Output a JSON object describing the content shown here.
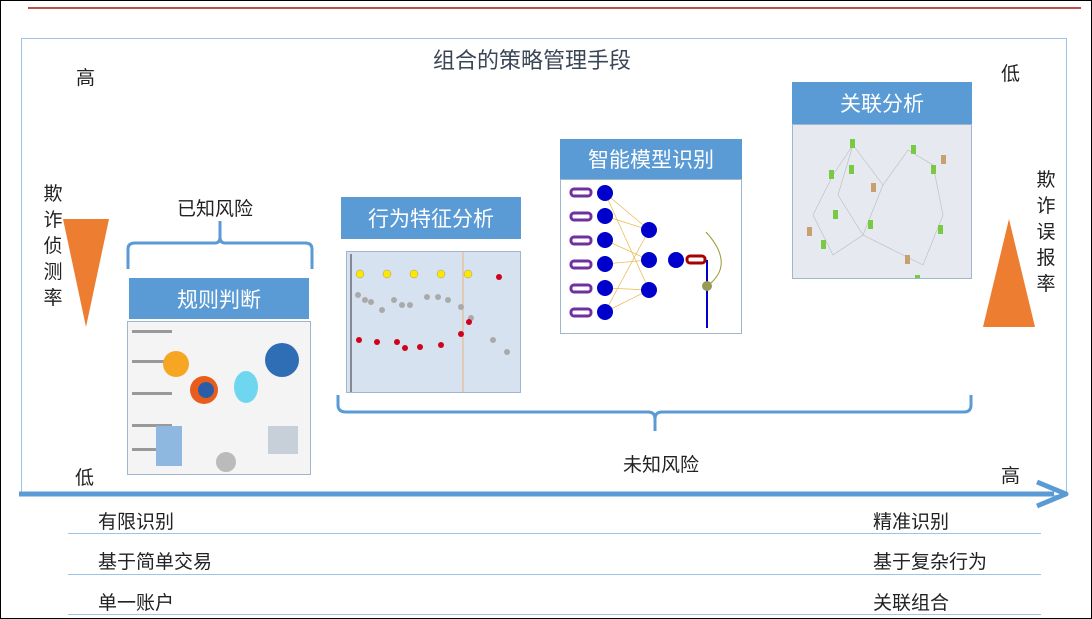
{
  "title": "组合的策略管理手段",
  "left_axis": {
    "top": "高",
    "bottom": "低",
    "label": "欺诈侦测率"
  },
  "right_axis": {
    "top": "低",
    "bottom": "高",
    "label": "欺诈误报率"
  },
  "brackets": {
    "known": "已知风险",
    "unknown": "未知风险"
  },
  "methods": [
    {
      "label": "规则判断"
    },
    {
      "label": "行为特征分析"
    },
    {
      "label": "智能模型识别"
    },
    {
      "label": "关联分析"
    }
  ],
  "rows": [
    {
      "left": "有限识别",
      "right": "精准识别"
    },
    {
      "left": "基于简单交易",
      "right": "基于复杂行为"
    },
    {
      "left": "单一账户",
      "right": "关联组合"
    }
  ],
  "colors": {
    "accent": "#5b9bd5",
    "triangle": "#ed7d31",
    "top_rule": "#c0504d"
  }
}
